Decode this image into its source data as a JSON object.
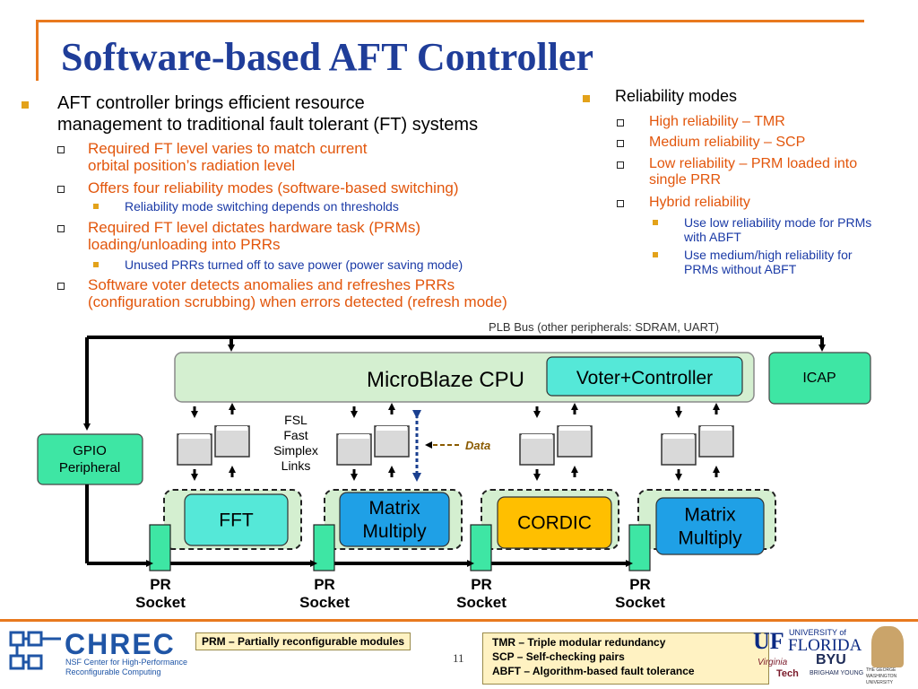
{
  "slide": {
    "title": "Software-based AFT Controller",
    "page_number": "11"
  },
  "left_bullets": {
    "main": [
      "AFT controller brings efficient resource",
      "management to traditional fault tolerant (FT) systems"
    ],
    "sub1": [
      "Required FT level varies to match current",
      "orbital position’s radiation level"
    ],
    "sub2": "Offers four reliability modes (software-based switching)",
    "sub2a": "Reliability mode switching depends on thresholds",
    "sub3": [
      "Required FT level dictates hardware task (PRMs)",
      "loading/unloading into PRRs"
    ],
    "sub3a": "Unused PRRs turned off to save power (power saving mode)",
    "sub4": [
      "Software voter detects anomalies and refreshes PRRs",
      "(configuration scrubbing) when errors detected (refresh mode)"
    ]
  },
  "right_bullets": {
    "main": "Reliability modes",
    "m1": "High reliability – TMR",
    "m2": "Medium reliability – SCP",
    "m3": [
      "Low reliability – PRM loaded into",
      "single PRR"
    ],
    "m4": "Hybrid reliability",
    "m4a": [
      "Use low reliability mode for PRMs",
      "with ABFT"
    ],
    "m4b": [
      "Use medium/high reliability for",
      "PRMs without ABFT"
    ]
  },
  "diagram": {
    "bus_label": "PLB Bus (other peripherals: SDRAM, UART)",
    "cpu_label": "MicroBlaze CPU",
    "voter_label": "Voter+Controller",
    "icap_label": "ICAP",
    "gpio_label": [
      "GPIO",
      "Peripheral"
    ],
    "fsl_label": [
      "FSL",
      "Fast",
      "Simplex",
      "Links"
    ],
    "data_label": "Data",
    "modules": [
      {
        "label": [
          "FFT"
        ],
        "color": "#55e8d8"
      },
      {
        "label": [
          "Matrix",
          "Multiply"
        ],
        "color": "#1fa0e6"
      },
      {
        "label": [
          "CORDIC"
        ],
        "color": "#ffbf00"
      },
      {
        "label": [
          "Matrix",
          "Multiply"
        ],
        "color": "#1fa0e6"
      }
    ],
    "socket_label": [
      "PR",
      "Socket"
    ]
  },
  "footer": {
    "prm_note": "PRM – Partially reconfigurable modules",
    "abbrev": [
      "TMR – Triple modular redundancy",
      "SCP – Self-checking pairs",
      "ABFT – Algorithm-based fault tolerance"
    ]
  },
  "logos": {
    "chrec_name": "CHREC",
    "chrec_sub": [
      "NSF Center for High-Performance",
      "Reconfigurable Computing"
    ],
    "uf_mark": "UF",
    "uf_univ": "UNIVERSITY of",
    "uf_name": "FLORIDA",
    "vt_name": [
      "Virginia",
      "Tech"
    ],
    "byu_name": "BYU",
    "byu_sub": "BRIGHAM YOUNG",
    "gw_name": [
      "THE GEORGE",
      "WASHINGTON",
      "UNIVERSITY"
    ]
  },
  "colors": {
    "title": "#1f3d99",
    "accent_line": "#e8791e",
    "level2_text": "#e2560c",
    "level3_text": "#1a3aa6",
    "cpu_fill": "#d4efd0",
    "icap_fill": "#3ee6a4"
  }
}
